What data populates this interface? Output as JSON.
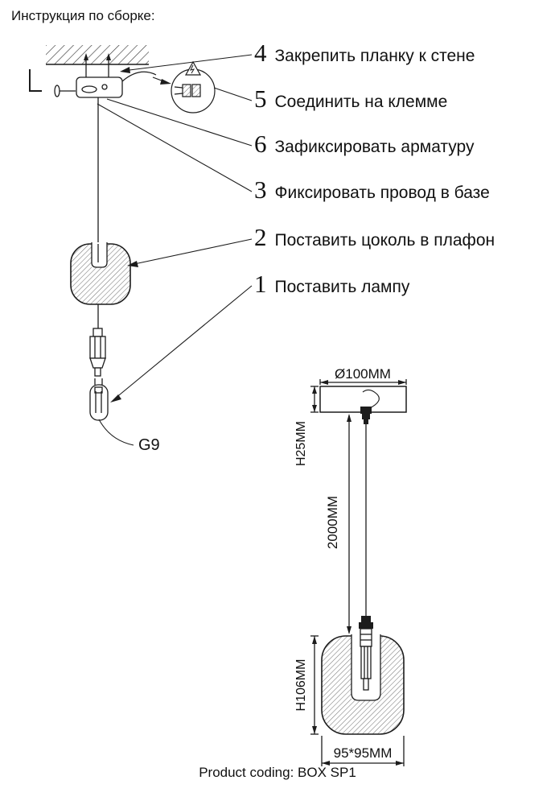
{
  "page": {
    "title": "Инструкция по сборке:",
    "product_coding": "Product coding: BOX SP1"
  },
  "steps": [
    {
      "num": "4",
      "label": "Закрепить планку к стене"
    },
    {
      "num": "5",
      "label": "Соединить на клемме"
    },
    {
      "num": "6",
      "label": "Зафиксировать арматуру"
    },
    {
      "num": "3",
      "label": "Фиксировать провод в базе"
    },
    {
      "num": "2",
      "label": "Поставить цоколь в плафон"
    },
    {
      "num": "1",
      "label": "Поставить лампу"
    }
  ],
  "labels": {
    "bulb_type": "G9"
  },
  "dimensions": {
    "diameter": "Ø100MM",
    "canopy_height": "H25MM",
    "wire_length": "2000MM",
    "shade_height": "H106MM",
    "shade_width": "95*95MM"
  },
  "colors": {
    "line": "#1c1c1c",
    "hatch": "#787878"
  }
}
